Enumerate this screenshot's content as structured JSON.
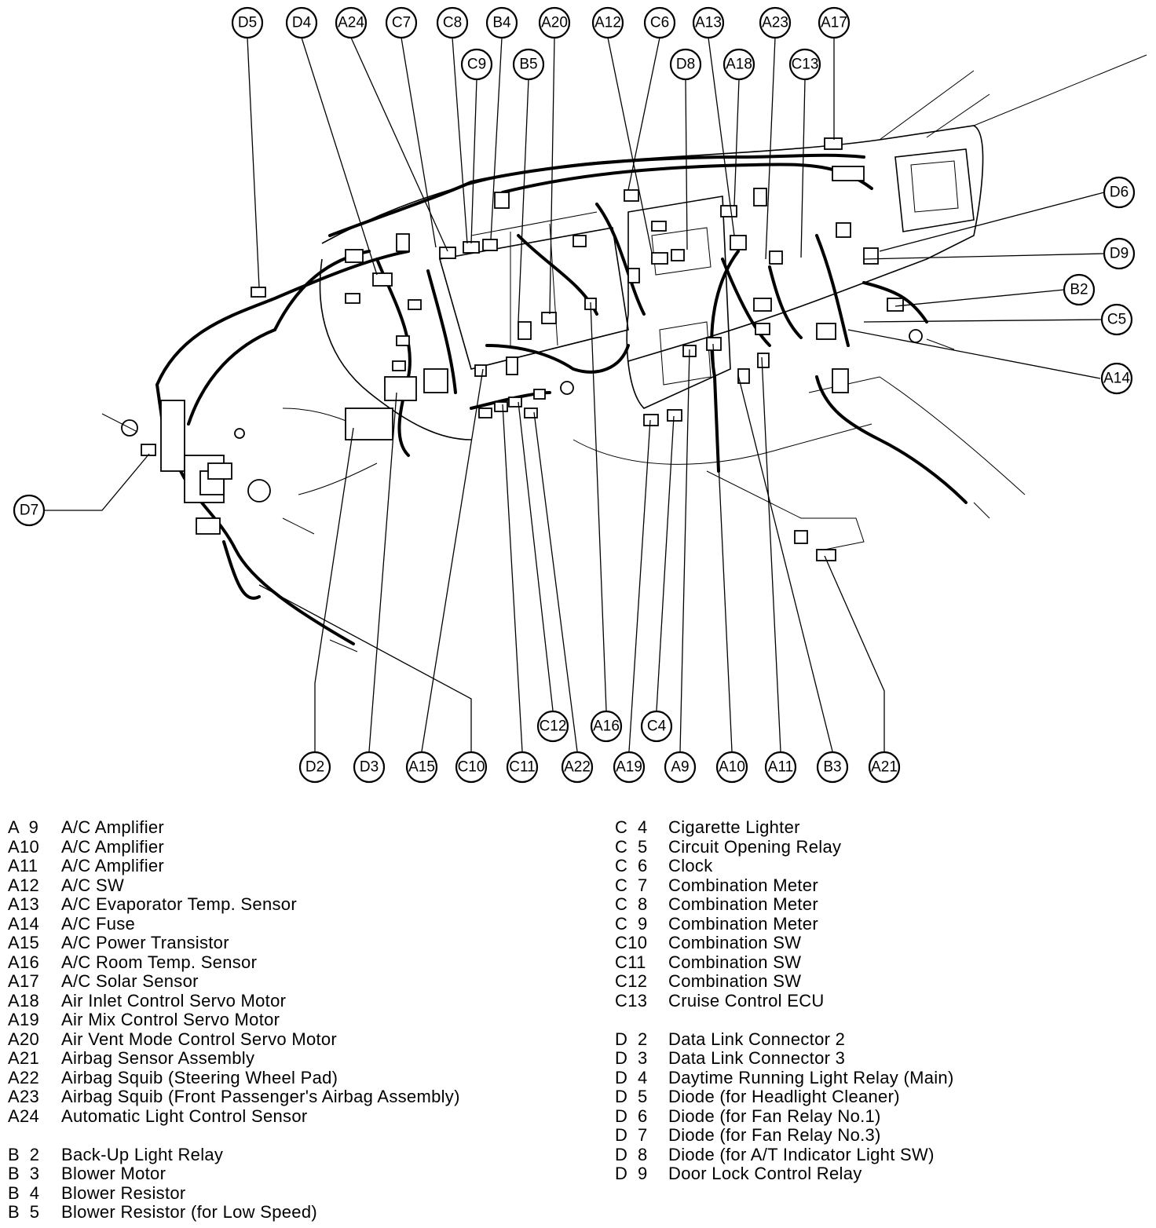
{
  "callouts": {
    "D5": "D5",
    "D4": "D4",
    "A24": "A24",
    "C7": "C7",
    "C8": "C8",
    "B4": "B4",
    "A20": "A20",
    "A12": "A12",
    "C6": "C6",
    "A13": "A13",
    "A23": "A23",
    "A17": "A17",
    "C9": "C9",
    "B5": "B5",
    "D8": "D8",
    "A18": "A18",
    "C13": "C13",
    "D6": "D6",
    "D9": "D9",
    "B2": "B2",
    "C5": "C5",
    "A14": "A14",
    "D7": "D7",
    "C12": "C12",
    "A16": "A16",
    "C4": "C4",
    "D2": "D2",
    "D3": "D3",
    "A15": "A15",
    "C10": "C10",
    "C11": "C11",
    "A22": "A22",
    "A19": "A19",
    "A9": "A9",
    "A10": "A10",
    "A11": "A11",
    "B3": "B3",
    "A21": "A21"
  },
  "legend_left": [
    {
      "code": "A  9",
      "name": "A/C Amplifier"
    },
    {
      "code": "A10",
      "name": "A/C Amplifier"
    },
    {
      "code": "A11",
      "name": "A/C Amplifier"
    },
    {
      "code": "A12",
      "name": "A/C SW"
    },
    {
      "code": "A13",
      "name": "A/C Evaporator Temp. Sensor"
    },
    {
      "code": "A14",
      "name": "A/C Fuse"
    },
    {
      "code": "A15",
      "name": "A/C Power Transistor"
    },
    {
      "code": "A16",
      "name": "A/C Room Temp. Sensor"
    },
    {
      "code": "A17",
      "name": "A/C Solar Sensor"
    },
    {
      "code": "A18",
      "name": "Air Inlet Control Servo Motor"
    },
    {
      "code": "A19",
      "name": "Air Mix Control Servo Motor"
    },
    {
      "code": "A20",
      "name": "Air Vent Mode Control Servo Motor"
    },
    {
      "code": "A21",
      "name": "Airbag Sensor Assembly"
    },
    {
      "code": "A22",
      "name": "Airbag Squib (Steering Wheel Pad)"
    },
    {
      "code": "A23",
      "name": "Airbag Squib (Front Passenger's Airbag Assembly)"
    },
    {
      "code": "A24",
      "name": "Automatic Light Control Sensor"
    },
    {
      "code": "",
      "name": ""
    },
    {
      "code": "B  2",
      "name": "Back-Up Light Relay"
    },
    {
      "code": "B  3",
      "name": "Blower Motor"
    },
    {
      "code": "B  4",
      "name": "Blower Resistor"
    },
    {
      "code": "B  5",
      "name": "Blower Resistor (for Low Speed)"
    }
  ],
  "legend_right": [
    {
      "code": "C  4",
      "name": "Cigarette Lighter"
    },
    {
      "code": "C  5",
      "name": "Circuit Opening Relay"
    },
    {
      "code": "C  6",
      "name": "Clock"
    },
    {
      "code": "C  7",
      "name": "Combination Meter"
    },
    {
      "code": "C  8",
      "name": "Combination Meter"
    },
    {
      "code": "C  9",
      "name": "Combination Meter"
    },
    {
      "code": "C10",
      "name": "Combination SW"
    },
    {
      "code": "C11",
      "name": "Combination SW"
    },
    {
      "code": "C12",
      "name": "Combination SW"
    },
    {
      "code": "C13",
      "name": "Cruise Control ECU"
    },
    {
      "code": "",
      "name": ""
    },
    {
      "code": "D  2",
      "name": "Data Link Connector 2"
    },
    {
      "code": "D  3",
      "name": "Data Link Connector 3"
    },
    {
      "code": "D  4",
      "name": "Daytime Running Light Relay (Main)"
    },
    {
      "code": "D  5",
      "name": "Diode (for Headlight Cleaner)"
    },
    {
      "code": "D  6",
      "name": "Diode (for Fan Relay No.1)"
    },
    {
      "code": "D  7",
      "name": "Diode (for Fan Relay No.3)"
    },
    {
      "code": "D  8",
      "name": "Diode (for A/T Indicator Light SW)"
    },
    {
      "code": "D  9",
      "name": "Door Lock Control Relay"
    }
  ]
}
